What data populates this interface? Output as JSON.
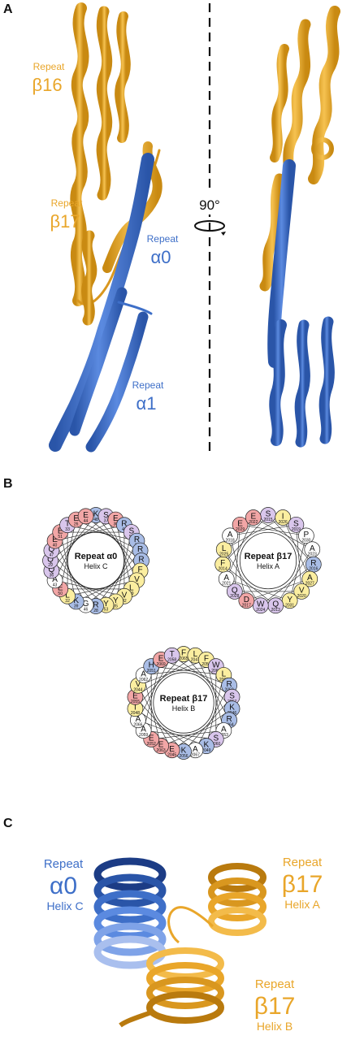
{
  "panels": {
    "a": {
      "letter": "A",
      "labels": {
        "beta16_repeat": "Repeat",
        "beta16_name": "β16",
        "beta17_repeat": "Repeat",
        "beta17_name": "β17",
        "alpha0_repeat": "Repeat",
        "alpha0_name": "α0",
        "alpha1_repeat": "Repeat",
        "alpha1_name": "α1"
      },
      "rotation_label": "90°"
    },
    "b": {
      "letter": "B",
      "wheels": [
        {
          "title": "Repeat α0",
          "subtitle": "Helix C",
          "residues": [
            {
              "aa": "K",
              "num": "48",
              "type": "basic"
            },
            {
              "aa": "S",
              "num": "37",
              "type": "polar"
            },
            {
              "aa": "E",
              "num": "30",
              "type": "acidic"
            },
            {
              "aa": "R",
              "num": "41",
              "type": "basic"
            },
            {
              "aa": "S",
              "num": "52",
              "type": "polar"
            },
            {
              "aa": "R",
              "num": "34",
              "type": "basic"
            },
            {
              "aa": "R",
              "num": "45",
              "type": "basic"
            },
            {
              "aa": "R",
              "num": "27",
              "type": "basic"
            },
            {
              "aa": "F",
              "num": "38",
              "type": "hydrophobic"
            },
            {
              "aa": "V",
              "num": "31",
              "type": "hydrophobic"
            },
            {
              "aa": "L",
              "num": "49",
              "type": "hydrophobic"
            },
            {
              "aa": "V",
              "num": "42",
              "type": "hydrophobic"
            },
            {
              "aa": "Y",
              "num": "35",
              "type": "hydrophobic"
            },
            {
              "aa": "Y",
              "num": "53",
              "type": "hydrophobic"
            },
            {
              "aa": "R",
              "num": "28",
              "type": "basic"
            },
            {
              "aa": "G",
              "num": "46",
              "type": "other"
            },
            {
              "aa": "K",
              "num": "39",
              "type": "basic"
            },
            {
              "aa": "L",
              "num": "32",
              "type": "hydrophobic"
            },
            {
              "aa": "E",
              "num": "50",
              "type": "acidic"
            },
            {
              "aa": "A",
              "num": "43",
              "type": "other"
            },
            {
              "aa": "Q",
              "num": "36",
              "type": "polar"
            },
            {
              "aa": "Q",
              "num": "29",
              "type": "polar"
            },
            {
              "aa": "Q",
              "num": "47",
              "type": "polar"
            },
            {
              "aa": "E",
              "num": "40",
              "type": "acidic"
            },
            {
              "aa": "E",
              "num": "51",
              "type": "acidic"
            },
            {
              "aa": "T",
              "num": "33",
              "type": "polar"
            },
            {
              "aa": "E",
              "num": "26",
              "type": "acidic"
            },
            {
              "aa": "E",
              "num": "44",
              "type": "acidic"
            }
          ]
        },
        {
          "title": "Repeat β17",
          "subtitle": "Helix A",
          "residues": [
            {
              "aa": "S",
              "num": "2015",
              "type": "polar"
            },
            {
              "aa": "I",
              "num": "2026",
              "type": "hydrophobic"
            },
            {
              "aa": "S",
              "num": "2019",
              "type": "polar"
            },
            {
              "aa": "P",
              "num": "2030",
              "type": "other"
            },
            {
              "aa": "A",
              "num": "2023",
              "type": "other"
            },
            {
              "aa": "R",
              "num": "2016",
              "type": "basic"
            },
            {
              "aa": "A",
              "num": "2027",
              "type": "hydrophobic"
            },
            {
              "aa": "V",
              "num": "2020",
              "type": "hydrophobic"
            },
            {
              "aa": "Y",
              "num": "2031",
              "type": "hydrophobic"
            },
            {
              "aa": "Q",
              "num": "2013",
              "type": "polar"
            },
            {
              "aa": "W",
              "num": "2024",
              "type": "polar"
            },
            {
              "aa": "D",
              "num": "2017",
              "type": "acidic"
            },
            {
              "aa": "Q",
              "num": "2028",
              "type": "polar"
            },
            {
              "aa": "A",
              "num": "2021",
              "type": "other"
            },
            {
              "aa": "F",
              "num": "2014",
              "type": "hydrophobic"
            },
            {
              "aa": "L",
              "num": "2025",
              "type": "hydrophobic"
            },
            {
              "aa": "A",
              "num": "2018",
              "type": "other"
            },
            {
              "aa": "E",
              "num": "2029",
              "type": "acidic"
            },
            {
              "aa": "E",
              "num": "2022",
              "type": "acidic"
            }
          ]
        },
        {
          "title": "Repeat β17",
          "subtitle": "Helix B",
          "residues": [
            {
              "aa": "F",
              "num": "2065",
              "type": "hydrophobic"
            },
            {
              "aa": "L",
              "num": "2047",
              "type": "hydrophobic"
            },
            {
              "aa": "F",
              "num": "2054",
              "type": "hydrophobic"
            },
            {
              "aa": "W",
              "num": "2061",
              "type": "polar"
            },
            {
              "aa": "L",
              "num": "2068",
              "type": "hydrophobic"
            },
            {
              "aa": "R",
              "num": "2050",
              "type": "basic"
            },
            {
              "aa": "S",
              "num": "2057",
              "type": "polar"
            },
            {
              "aa": "K",
              "num": "2046",
              "type": "basic"
            },
            {
              "aa": "R",
              "num": "2064",
              "type": "basic"
            },
            {
              "aa": "A",
              "num": "2053",
              "type": "other"
            },
            {
              "aa": "S",
              "num": "2060",
              "type": "polar"
            },
            {
              "aa": "K",
              "num": "2049",
              "type": "basic"
            },
            {
              "aa": "A",
              "num": "2067",
              "type": "other"
            },
            {
              "aa": "K",
              "num": "2056",
              "type": "basic"
            },
            {
              "aa": "E",
              "num": "2045",
              "type": "acidic"
            },
            {
              "aa": "E",
              "num": "2063",
              "type": "acidic"
            },
            {
              "aa": "E",
              "num": "2052",
              "type": "acidic"
            },
            {
              "aa": "A",
              "num": "2059",
              "type": "other"
            },
            {
              "aa": "A",
              "num": "2066",
              "type": "other"
            },
            {
              "aa": "I",
              "num": "2048",
              "type": "hydrophobic"
            },
            {
              "aa": "E",
              "num": "2055",
              "type": "acidic"
            },
            {
              "aa": "V",
              "num": "2044",
              "type": "hydrophobic"
            },
            {
              "aa": "A",
              "num": "2062",
              "type": "other"
            },
            {
              "aa": "H",
              "num": "2051",
              "type": "basic"
            },
            {
              "aa": "E",
              "num": "2069",
              "type": "acidic"
            },
            {
              "aa": "T",
              "num": "2058",
              "type": "polar"
            }
          ]
        }
      ]
    },
    "c": {
      "letter": "C",
      "labels": {
        "alpha0_repeat": "Repeat",
        "alpha0_name": "α0",
        "alpha0_helix": "Helix C",
        "helixA_repeat": "Repeat",
        "helixA_name": "β17",
        "helixA_helix": "Helix A",
        "helixB_repeat": "Repeat",
        "helixB_name": "β17",
        "helixB_helix": "Helix B"
      }
    }
  },
  "colors": {
    "gold": "#e9a62a",
    "blue": "#3e6fc8",
    "acidic": "#f2a6a6",
    "basic": "#a9bde6",
    "polar": "#d9c6ec",
    "hydrophobic": "#fbeea0",
    "other": "#ffffff"
  }
}
